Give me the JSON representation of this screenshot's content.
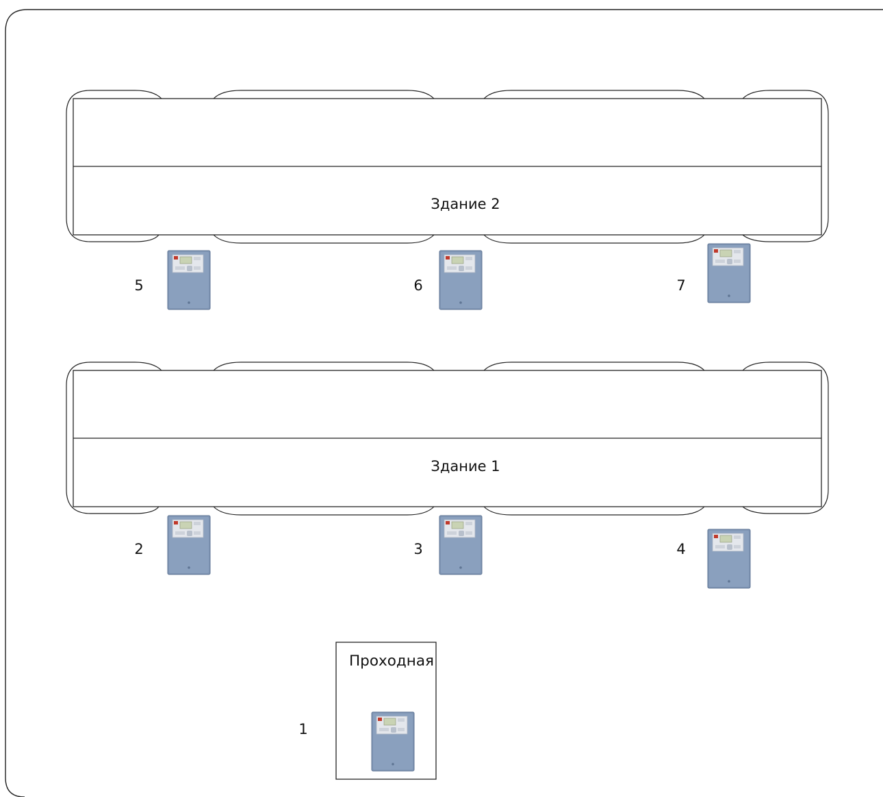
{
  "colors": {
    "line": "#222222",
    "device_body": "#7f95b4",
    "device_edge": "#5f7594",
    "device_panel": "#e4e7ec",
    "device_screen": "#c9d3b4",
    "device_logo": "#c0392b"
  },
  "buildings": [
    {
      "name": "Здание 2"
    },
    {
      "name": "Здание 1"
    }
  ],
  "checkpoint": {
    "name": "Проходная"
  },
  "devices": [
    {
      "number": "5",
      "icon": "control-panel-icon"
    },
    {
      "number": "6",
      "icon": "control-panel-icon"
    },
    {
      "number": "7",
      "icon": "control-panel-icon"
    },
    {
      "number": "2",
      "icon": "control-panel-icon"
    },
    {
      "number": "3",
      "icon": "control-panel-icon"
    },
    {
      "number": "4",
      "icon": "control-panel-icon"
    },
    {
      "number": "1",
      "icon": "control-panel-icon"
    }
  ]
}
